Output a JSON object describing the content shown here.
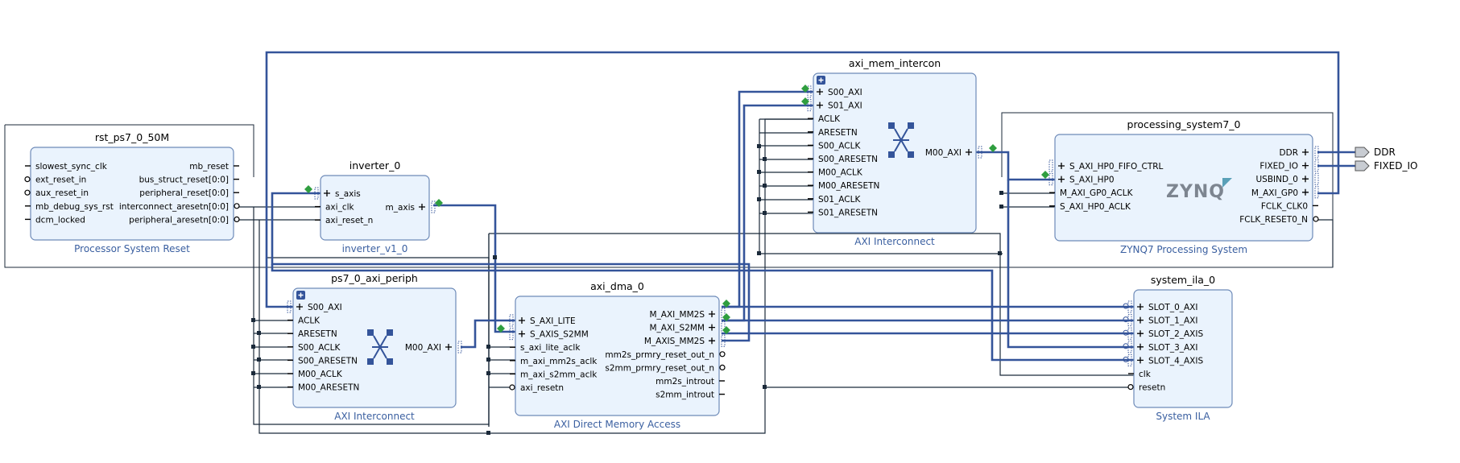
{
  "diagram": {
    "blocks": {
      "rst": {
        "title": "rst_ps7_0_50M",
        "subtitle": "Processor System Reset",
        "left_ports": [
          "slowest_sync_clk",
          "ext_reset_in",
          "aux_reset_in",
          "mb_debug_sys_rst",
          "dcm_locked"
        ],
        "right_ports": [
          "mb_reset",
          "bus_struct_reset[0:0]",
          "peripheral_reset[0:0]",
          "interconnect_aresetn[0:0]",
          "peripheral_aresetn[0:0]"
        ]
      },
      "inverter": {
        "title": "inverter_0",
        "subtitle": "inverter_v1_0",
        "left_ports": [
          "s_axis",
          "axi_clk",
          "axi_reset_n"
        ],
        "right_ports": [
          "m_axis"
        ]
      },
      "periph": {
        "title": "ps7_0_axi_periph",
        "subtitle": "AXI Interconnect",
        "left_ports": [
          "S00_AXI",
          "ACLK",
          "ARESETN",
          "S00_ACLK",
          "S00_ARESETN",
          "M00_ACLK",
          "M00_ARESETN"
        ],
        "right_ports": [
          "M00_AXI"
        ]
      },
      "dma": {
        "title": "axi_dma_0",
        "subtitle": "AXI Direct Memory Access",
        "left_ports": [
          "S_AXI_LITE",
          "S_AXIS_S2MM",
          "s_axi_lite_aclk",
          "m_axi_mm2s_aclk",
          "m_axi_s2mm_aclk",
          "axi_resetn"
        ],
        "right_ports": [
          "M_AXI_MM2S",
          "M_AXI_S2MM",
          "M_AXIS_MM2S",
          "mm2s_prmry_reset_out_n",
          "s2mm_prmry_reset_out_n",
          "mm2s_introut",
          "s2mm_introut"
        ]
      },
      "mem": {
        "title": "axi_mem_intercon",
        "subtitle": "AXI Interconnect",
        "left_ports": [
          "S00_AXI",
          "S01_AXI",
          "ACLK",
          "ARESETN",
          "S00_ACLK",
          "S00_ARESETN",
          "M00_ACLK",
          "M00_ARESETN",
          "S01_ACLK",
          "S01_ARESETN"
        ],
        "right_ports": [
          "M00_AXI"
        ]
      },
      "ps": {
        "title": "processing_system7_0",
        "subtitle": "ZYNQ7 Processing System",
        "logo": "ZYNQ",
        "left_ports": [
          "S_AXI_HP0_FIFO_CTRL",
          "S_AXI_HP0",
          "M_AXI_GP0_ACLK",
          "S_AXI_HP0_ACLK"
        ],
        "right_ports": [
          "DDR",
          "FIXED_IO",
          "USBIND_0",
          "M_AXI_GP0",
          "FCLK_CLK0",
          "FCLK_RESET0_N"
        ]
      },
      "ila": {
        "title": "system_ila_0",
        "subtitle": "System ILA",
        "left_ports": [
          "SLOT_0_AXI",
          "SLOT_1_AXI",
          "SLOT_2_AXIS",
          "SLOT_3_AXI",
          "SLOT_4_AXIS",
          "clk",
          "resetn"
        ],
        "right_ports": []
      }
    },
    "external_ports": [
      "DDR",
      "FIXED_IO"
    ],
    "colors": {
      "bus": "#34549a",
      "block_fill": "#eaf3fd",
      "block_stroke": "#6d8ab8",
      "subtitle": "#3a5fa0",
      "wire": "#1b2a3a",
      "dbg": "#2f9e3f",
      "ext_port": "#c8ccd2"
    }
  }
}
